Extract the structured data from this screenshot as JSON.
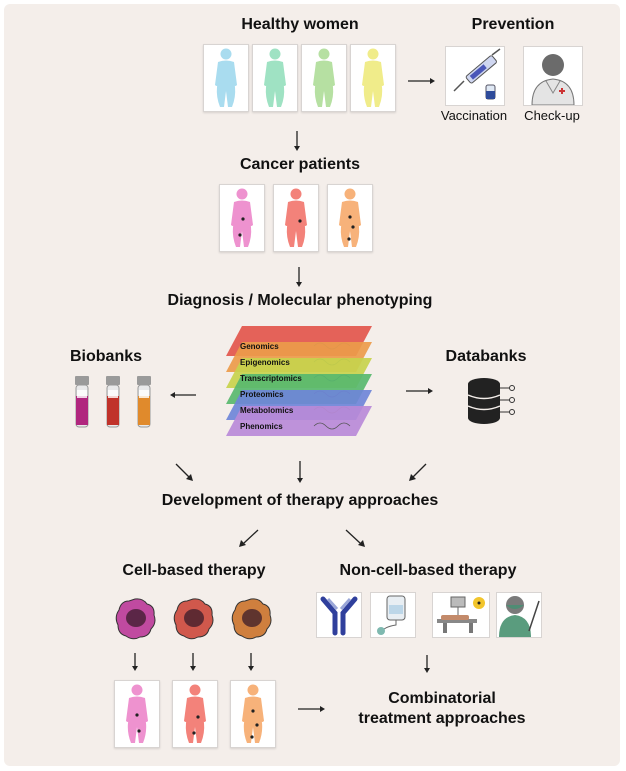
{
  "healthy": {
    "title": "Healthy women",
    "colors": [
      "#a9dcef",
      "#9fe2c3",
      "#b6e0a2",
      "#f0ec8a"
    ]
  },
  "prevention": {
    "title": "Prevention",
    "vaccination": "Vaccination",
    "checkup": "Check-up"
  },
  "patients": {
    "title": "Cancer patients",
    "colors": [
      "#ee92cf",
      "#f3827a",
      "#f7b27a"
    ]
  },
  "diagnosis": {
    "title": "Diagnosis / Molecular phenotyping",
    "layers": [
      {
        "label": "Genomics",
        "color": "#e2564c"
      },
      {
        "label": "Epigenomics",
        "color": "#eb9b4a"
      },
      {
        "label": "Transcriptomics",
        "color": "#c7d34c"
      },
      {
        "label": "Proteomics",
        "color": "#58b86e"
      },
      {
        "label": "Metabolomics",
        "color": "#6e86d8"
      },
      {
        "label": "Phenomics",
        "color": "#b98ad8"
      }
    ]
  },
  "biobanks": {
    "title": "Biobanks",
    "tube_colors": [
      "#b0267e",
      "#c0322a",
      "#e08a2c"
    ]
  },
  "databanks": {
    "title": "Databanks"
  },
  "development": {
    "title": "Development of therapy approaches"
  },
  "cell_based": {
    "title": "Cell-based therapy",
    "cell_colors": [
      "#c04aa0",
      "#d0584c",
      "#cf7f3e"
    ],
    "body_colors": [
      "#ee92cf",
      "#f3827a",
      "#f7b27a"
    ]
  },
  "non_cell_based": {
    "title": "Non-cell-based therapy"
  },
  "combinatorial": {
    "line1": "Combinatorial",
    "line2": "treatment approaches"
  }
}
